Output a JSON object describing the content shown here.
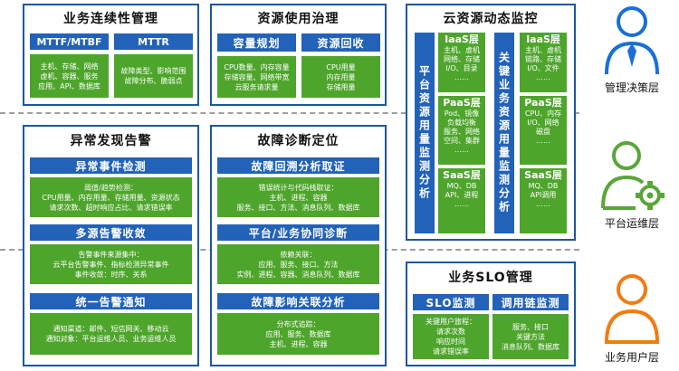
{
  "business_continuity": {
    "title": "业务连续性管理",
    "col1": {
      "header": "MTTF/MTBF",
      "lines": [
        "主机、存储、网络",
        "虚机、容器、服务",
        "应用、API、数据库"
      ]
    },
    "col2": {
      "header": "MTTR",
      "lines": [
        "故障类型、影响范围",
        "故障分布、脆弱点"
      ]
    }
  },
  "resource_governance": {
    "title": "资源使用治理",
    "col1": {
      "header": "容量规划",
      "lines": [
        "CPU数量、内存容量",
        "存储容量、网络带宽",
        "云服务请求量"
      ]
    },
    "col2": {
      "header": "资源回收",
      "lines": [
        "CPU用量",
        "内存用量",
        "存储用量"
      ]
    }
  },
  "cloud_monitor": {
    "title": "云资源动态监控",
    "left_bar": "平台资源用量监测分析",
    "right_bar": "关键业务资源用量监测分析",
    "left_layers": [
      {
        "title": "IaaS层",
        "lines": [
          "主机、虚机",
          "网络、存储",
          "I/O、目录",
          "……"
        ]
      },
      {
        "title": "PaaS层",
        "lines": [
          "Pod、镜像",
          "负载均衡",
          "服务、网络",
          "空间、集群",
          "……"
        ]
      },
      {
        "title": "SaaS层",
        "lines": [
          "MQ、DB",
          "API、进程",
          "……"
        ]
      }
    ],
    "right_layers": [
      {
        "title": "IaaS层",
        "lines": [
          "主机、虚机",
          "链路、存储",
          "I/O、文件",
          "……"
        ]
      },
      {
        "title": "PaaS层",
        "lines": [
          "CPU、内存",
          "I/O、网络",
          "磁盘",
          "……"
        ]
      },
      {
        "title": "SaaS层",
        "lines": [
          "MQ、DB",
          "API调用",
          "……"
        ]
      }
    ]
  },
  "alert": {
    "title": "异常发现告警",
    "s1": {
      "header": "异常事件检测",
      "lines": [
        "阈值/趋势检测：",
        "CPU用量、内存用量、存储用量、资源状态",
        "请求次数、超时响应占比、请求错误率"
      ]
    },
    "s2": {
      "header": "多源告警收敛",
      "lines": [
        "告警事件来源集中：",
        "云平台告警事件、指标检测异常事件",
        "事件收敛：时序、关系"
      ]
    },
    "s3": {
      "header": "统一告警通知",
      "lines": [
        "通知渠道：邮件、短信网关、移动云",
        "通知对象：平台运维人员、业务运维人员"
      ]
    }
  },
  "diagnosis": {
    "title": "故障诊断定位",
    "s1": {
      "header": "故障回溯分析取证",
      "lines": [
        "错误统计与代码栈取证：",
        "主机、进程、容器",
        "服务、接口、方法、消息队列、数据库"
      ]
    },
    "s2": {
      "header": "平台/业务协同诊断",
      "lines": [
        "依赖关联：",
        "应用、服务、接口、方法",
        "实例、进程、容器、消息队列、数据库"
      ]
    },
    "s3": {
      "header": "故障影响关联分析",
      "lines": [
        "分布式追踪：",
        "应用、服务、数据库",
        "主机、进程、容器"
      ]
    }
  },
  "slo": {
    "title": "业务SLO管理",
    "col1": {
      "header": "SLO监测",
      "lines": [
        "关键用户旅程：",
        "请求次数",
        "响应时间",
        "请求错误率"
      ]
    },
    "col2": {
      "header": "调用链监测",
      "lines": [
        "服务、接口",
        "关键方法",
        "消息队列、数据库"
      ]
    }
  },
  "roles": {
    "management": "管理决策层",
    "platform": "平台运维层",
    "user": "业务用户层"
  },
  "colors": {
    "blue": "#2262b8",
    "green": "#4ea52b",
    "border": "#1e57a0",
    "orange": "#f07c14",
    "role_blue": "#1a6fd8",
    "role_green": "#5aa63a"
  }
}
